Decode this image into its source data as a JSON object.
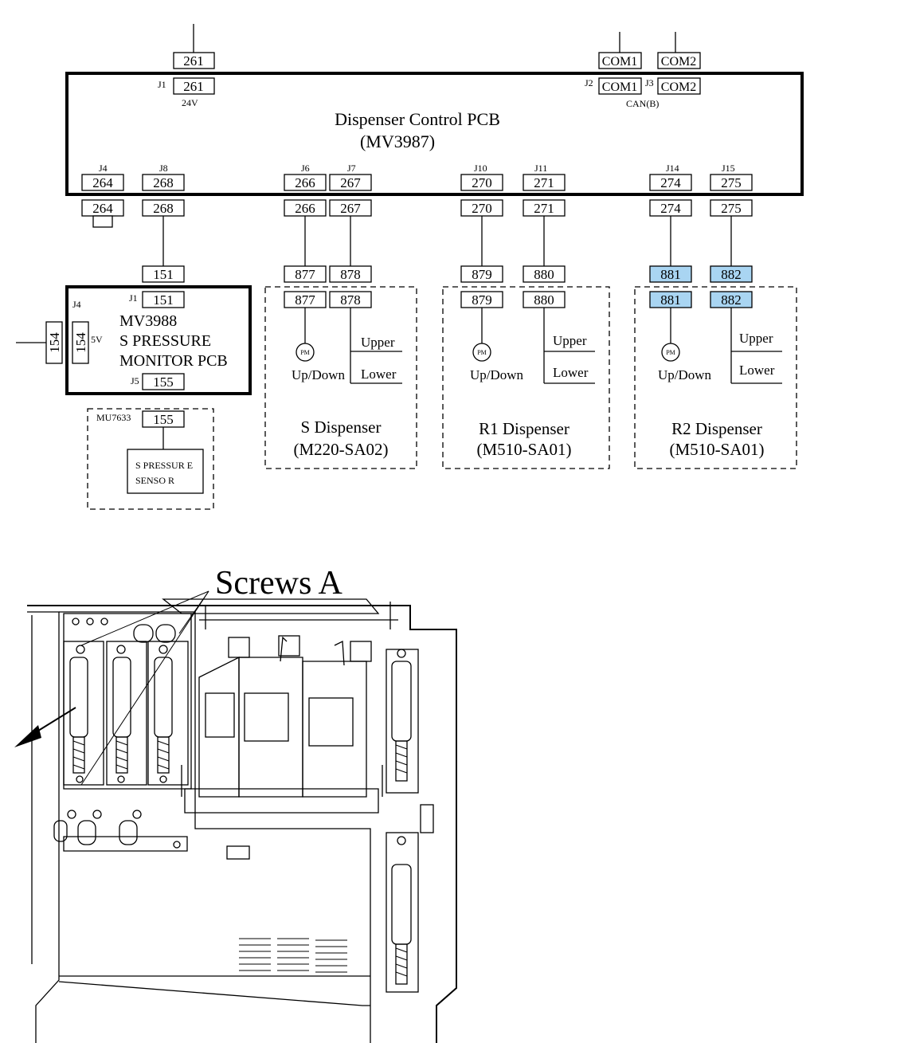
{
  "main_board": {
    "title": "Dispenser Control PCB",
    "model": "(MV3987)",
    "j1_voltage": "24V",
    "can_label": "CAN(B)"
  },
  "connectors": {
    "j1": "J1",
    "j2": "J2",
    "j3": "J3",
    "j4": "J4",
    "j5": "J5",
    "j6": "J6",
    "j7": "J7",
    "j8": "J8",
    "j10": "J10",
    "j11": "J11",
    "j14": "J14",
    "j15": "J15"
  },
  "wires": {
    "w261": "261",
    "com1": "COM1",
    "com2": "COM2",
    "w264": "264",
    "w268": "268",
    "w266": "266",
    "w267": "267",
    "w270": "270",
    "w271": "271",
    "w274": "274",
    "w275": "275",
    "w151": "151",
    "w877": "877",
    "w878": "878",
    "w879": "879",
    "w880": "880",
    "w881": "881",
    "w882": "882",
    "w154": "154",
    "w155": "155"
  },
  "monitor_pcb": {
    "model": "MV3988",
    "line1": "S PRESSURE",
    "line2": "MONITOR PCB",
    "voltage": "5V"
  },
  "sensor": {
    "unit": "MU7633",
    "line1": "S PRESSUR E",
    "line2": "SENSO R"
  },
  "dispensers": [
    {
      "name": "S Dispenser",
      "model": "(M220-SA02)",
      "motor": "PM",
      "motion": "Up/Down",
      "upper": "Upper",
      "lower": "Lower"
    },
    {
      "name": "R1 Dispenser",
      "model": "(M510-SA01)",
      "motor": "PM",
      "motion": "Up/Down",
      "upper": "Upper",
      "lower": "Lower"
    },
    {
      "name": "R2 Dispenser",
      "model": "(M510-SA01)",
      "motor": "PM",
      "motion": "Up/Down",
      "upper": "Upper",
      "lower": "Lower"
    }
  ],
  "illustration": {
    "callout": "Screws A"
  },
  "colors": {
    "highlight": "#a9d5f2"
  }
}
